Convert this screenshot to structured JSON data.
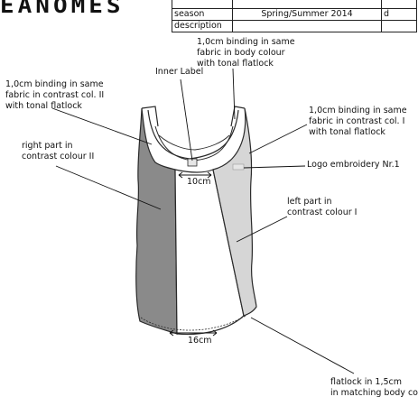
{
  "brand": {
    "logo_text": "EANOMES"
  },
  "spec_table": {
    "rows": [
      {
        "label": "",
        "value": "",
        "extra": ""
      },
      {
        "label": "season",
        "value": "Spring/Summer 2014",
        "extra": "d"
      },
      {
        "label": "description",
        "value": "",
        "extra": ""
      }
    ]
  },
  "annotations": {
    "binding_body": "1,0cm binding in same\nfabric in body colour\nwith tonal flatlock",
    "inner_label": "Inner Label",
    "binding_contrast_2": "1,0cm binding in same\nfabric in contrast col. II\nwith tonal flatlock",
    "binding_contrast_1": "1,0cm binding in same\nfabric in contrast col. I\nwith tonal flatlock",
    "right_part": "right part in\ncontrast colour II",
    "logo_embroidery": "Logo embroidery Nr.1",
    "left_part": "left part in\ncontrast colour I",
    "flatlock": "flatlock in 1,5cm\nin matching body co"
  },
  "measurements": {
    "neck_width": "10cm",
    "hem_width": "16cm"
  },
  "colors": {
    "contrast_2": "#8a8a8a",
    "contrast_1": "#d6d6d6",
    "body": "#ffffff",
    "outline": "#2a2a2a"
  }
}
